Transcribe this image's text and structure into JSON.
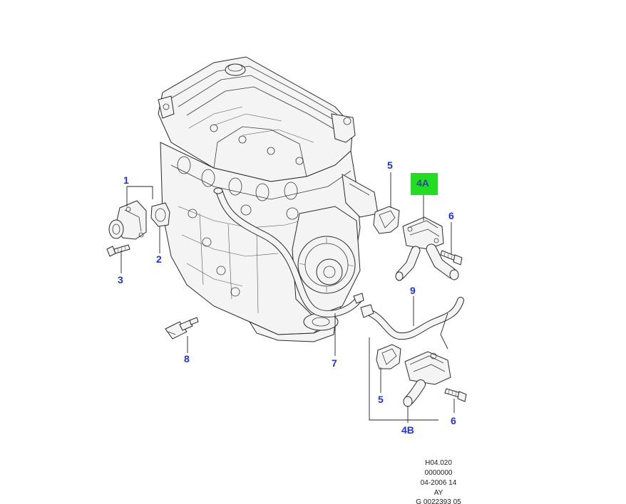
{
  "callouts": {
    "c1": "1",
    "c2": "2",
    "c3": "3",
    "c4A": "4A",
    "c4B": "4B",
    "c5a": "5",
    "c5b": "5",
    "c6a": "6",
    "c6b": "6",
    "c7": "7",
    "c8": "8",
    "c9": "9"
  },
  "selected_callout": "4A",
  "highlight_color": "#22dd22",
  "callout_color": "#2233cc",
  "footer": {
    "line1": "H04.020",
    "line2": "0000000",
    "line3": "04-2006 14",
    "line4": "AY",
    "line5": "G 0022393 05"
  }
}
